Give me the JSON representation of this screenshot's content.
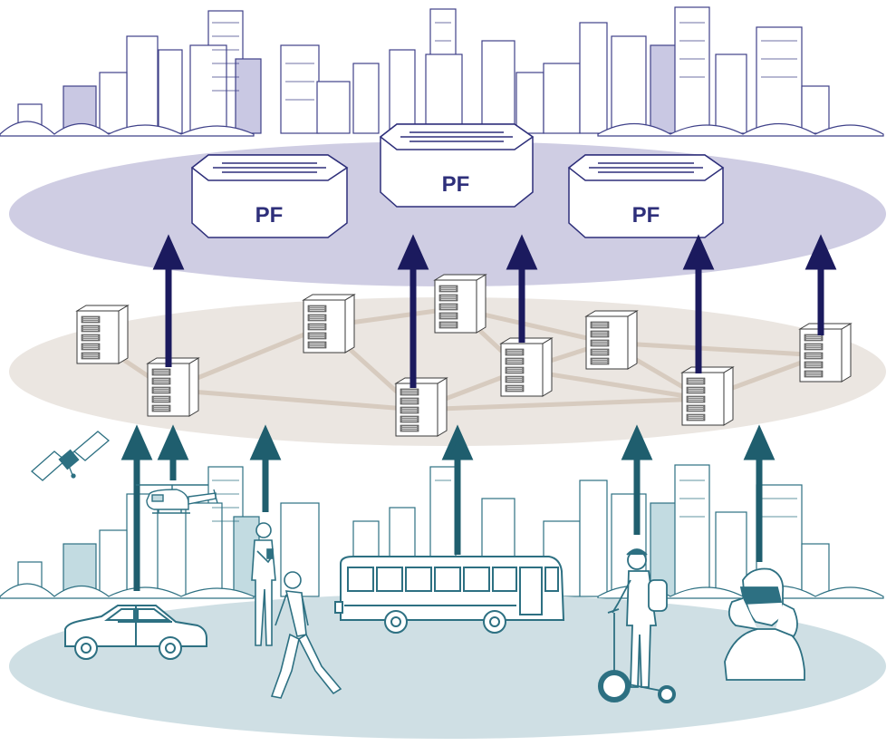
{
  "pf_labels": [
    "PF",
    "PF",
    "PF"
  ],
  "icons": {
    "satellite": "satellite-icon",
    "helicopter": "helicopter-icon",
    "car": "car-icon",
    "bus": "bus-icon",
    "scooter": "scooter-rider-icon",
    "vr_user": "vr-headset-user-icon",
    "pedestrian": "walking-person-icon",
    "phone_user": "person-with-phone-icon",
    "server": "server-rack-icon"
  },
  "colors": {
    "top_layer": "#cfcde3",
    "middle_layer": "#ebe6e1",
    "bottom_layer": "#cfdfe4",
    "top_city": "#3f4189",
    "bottom_city": "#2d7082",
    "arrow_upper": "#1b1a5e",
    "arrow_lower": "#1f5e6e",
    "network_line": "#d7cbbf",
    "pf_text": "#2e2f7a"
  }
}
